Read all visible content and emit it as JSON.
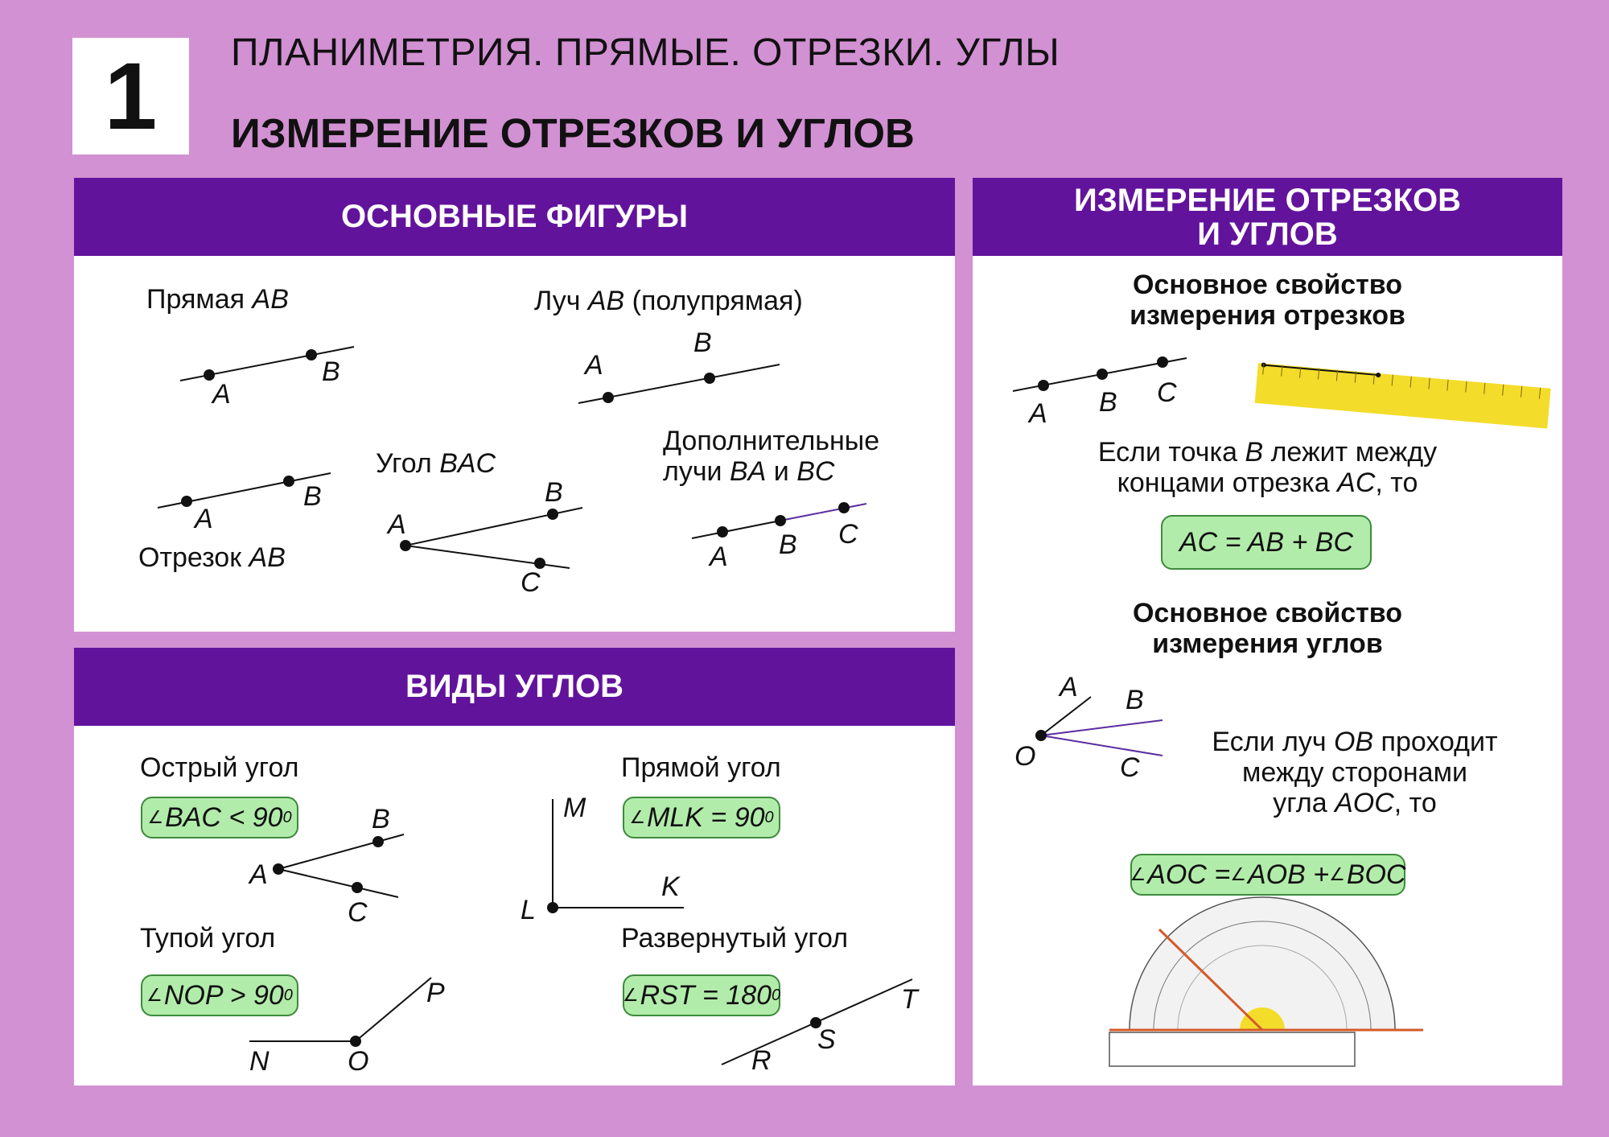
{
  "header": {
    "number": "1",
    "topic": "ПЛАНИМЕТРИЯ. ПРЯМЫЕ. ОТРЕЗКИ. УГЛЫ",
    "title": "ИЗМЕРЕНИЕ ОТРЕЗКОВ И УГЛОВ"
  },
  "basic_figures": {
    "heading": "ОСНОВНЫЕ ФИГУРЫ",
    "line": {
      "label": "Прямая ",
      "name": "AB",
      "points": [
        "A",
        "B"
      ]
    },
    "ray": {
      "label": "Луч ",
      "name": "AB",
      "suffix": " (полупрямая)",
      "points": [
        "A",
        "B"
      ]
    },
    "segment": {
      "label": "Отрезок ",
      "name": "AB",
      "points": [
        "A",
        "B"
      ]
    },
    "angle": {
      "label": "Угол ",
      "name": "BAC",
      "points": [
        "A",
        "B",
        "C"
      ]
    },
    "complementary": {
      "label_line1": "Дополнительные",
      "label_line2": "лучи ",
      "name1": "BA",
      "conj": " и ",
      "name2": "BC",
      "points": [
        "A",
        "B",
        "C"
      ]
    }
  },
  "angle_types": {
    "heading": "ВИДЫ УГЛОВ",
    "acute": {
      "label": "Острый угол",
      "formula": "BAC < 90",
      "sup": "0",
      "points": [
        "A",
        "B",
        "C"
      ]
    },
    "right": {
      "label": "Прямой угол",
      "formula": "MLK = 90",
      "sup": "0",
      "points": [
        "M",
        "L",
        "K"
      ]
    },
    "obtuse": {
      "label": "Тупой угол",
      "formula": "NOP > 90",
      "sup": "0",
      "points": [
        "N",
        "O",
        "P"
      ]
    },
    "straight": {
      "label": "Развернутый угол",
      "formula": "RST = 180",
      "sup": "0",
      "points": [
        "R",
        "S",
        "T"
      ]
    }
  },
  "measurement": {
    "heading_line1": "ИЗМЕРЕНИЕ ОТРЕЗКОВ",
    "heading_line2": "И УГЛОВ",
    "segments": {
      "caption_line1": "Основное свойство",
      "caption_line2": "измерения отрезков",
      "points": [
        "A",
        "B",
        "C"
      ],
      "text1_pre": "Если точка ",
      "text1_pt": "B",
      "text1_post": " лежит между",
      "text2_pre": "концами отрезка ",
      "text2_pt": "AC",
      "text2_post": ", то",
      "formula": "AC = AB + BC"
    },
    "angles": {
      "caption_line1": "Основное свойство",
      "caption_line2": "измерения углов",
      "points": [
        "A",
        "B",
        "O",
        "C"
      ],
      "text1_pre": "Если луч ",
      "text1_pt": "OB",
      "text1_post": " проходит",
      "text2": "между сторонами",
      "text3_pre": "угла ",
      "text3_pt": "AOC",
      "text3_post": ", то",
      "formula_a": "AOC =",
      "formula_b": "AOB +",
      "formula_c": "BOC"
    }
  },
  "colors": {
    "background": "#d291d3",
    "header_band": "#62139c",
    "formula_fill": "#b2ecaa",
    "ray_purple": "#5b2ca0",
    "ruler": "#f4dc2a"
  }
}
